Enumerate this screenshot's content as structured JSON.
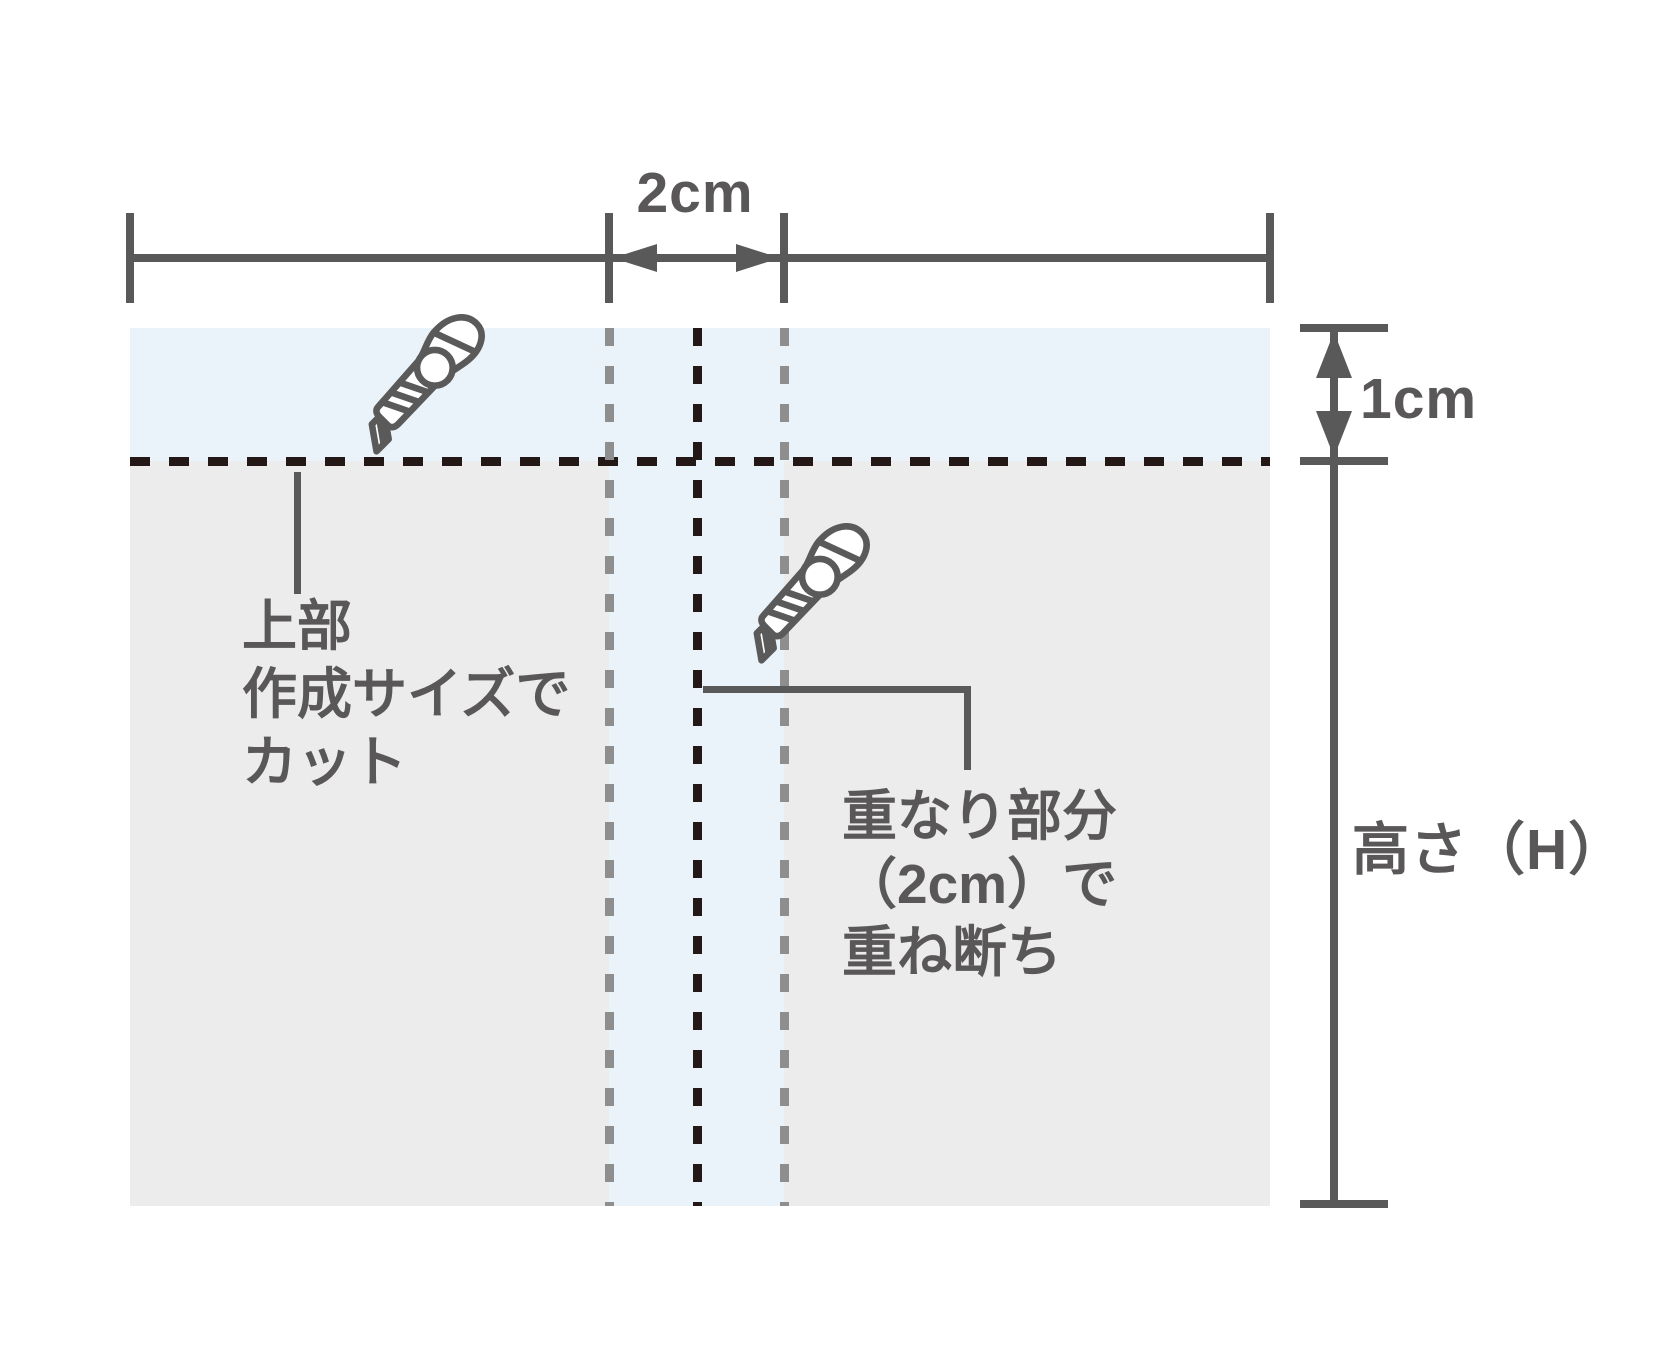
{
  "diagram": {
    "dimensions": {
      "overlap_width_label": "2cm",
      "top_margin_label": "1cm",
      "height_label": "高さ（H）"
    },
    "annotations": {
      "top_cut": {
        "lines": [
          "上部",
          "作成サイズで",
          "カット"
        ]
      },
      "overlap_cut": {
        "lines": [
          "重なり部分",
          "（2cm）で",
          "重ね断ち"
        ]
      }
    },
    "icons": {
      "top": "utility-knife-icon",
      "center": "utility-knife-icon"
    }
  },
  "colors": {
    "sheet_gray": "#ececec",
    "margin_blue": "#ebf3fa",
    "line_gray": "#595959",
    "text_dark": "#595757",
    "cut_black": "#231815",
    "guide_gray": "#8e8e8e",
    "knife_stroke": "#5a5a5a",
    "knife_fill": "#ffffff"
  }
}
